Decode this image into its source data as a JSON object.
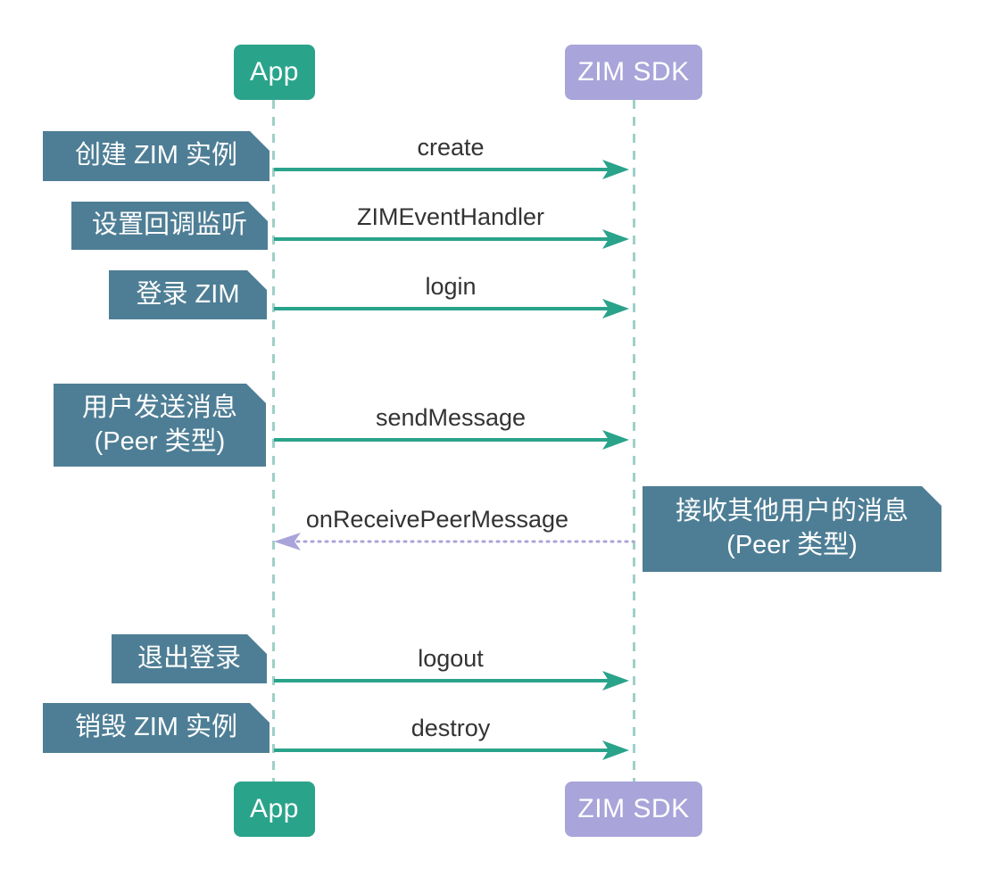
{
  "actors": {
    "app": {
      "label": "App"
    },
    "zim_sdk": {
      "label": "ZIM SDK"
    }
  },
  "colors": {
    "app_actor": "#2aa38b",
    "sdk_actor": "#a9a4d9",
    "note_fill": "#4e7e95",
    "message_arrow": "#2aa38b",
    "return_arrow": "#a9a4d9",
    "lifeline": "#9ed0c8",
    "message_text": "#333333",
    "background": "#ffffff"
  },
  "notes": {
    "left": [
      {
        "lines": [
          "创建 ZIM 实例"
        ]
      },
      {
        "lines": [
          "设置回调监听"
        ]
      },
      {
        "lines": [
          "登录 ZIM"
        ]
      },
      {
        "lines": [
          "用户发送消息",
          "(Peer 类型)"
        ]
      },
      {
        "lines": [
          "退出登录"
        ]
      },
      {
        "lines": [
          "销毁 ZIM 实例"
        ]
      }
    ],
    "right": {
      "lines": [
        "接收其他用户的消息",
        "(Peer 类型)"
      ]
    }
  },
  "messages": [
    {
      "label": "create",
      "from": "App",
      "to": "ZIM SDK",
      "style": "solid"
    },
    {
      "label": "ZIMEventHandler",
      "from": "App",
      "to": "ZIM SDK",
      "style": "solid"
    },
    {
      "label": "login",
      "from": "App",
      "to": "ZIM SDK",
      "style": "solid"
    },
    {
      "label": "sendMessage",
      "from": "App",
      "to": "ZIM SDK",
      "style": "solid"
    },
    {
      "label": "onReceivePeerMessage",
      "from": "ZIM SDK",
      "to": "App",
      "style": "dotted"
    },
    {
      "label": "logout",
      "from": "App",
      "to": "ZIM SDK",
      "style": "solid"
    },
    {
      "label": "destroy",
      "from": "App",
      "to": "ZIM SDK",
      "style": "solid"
    }
  ]
}
